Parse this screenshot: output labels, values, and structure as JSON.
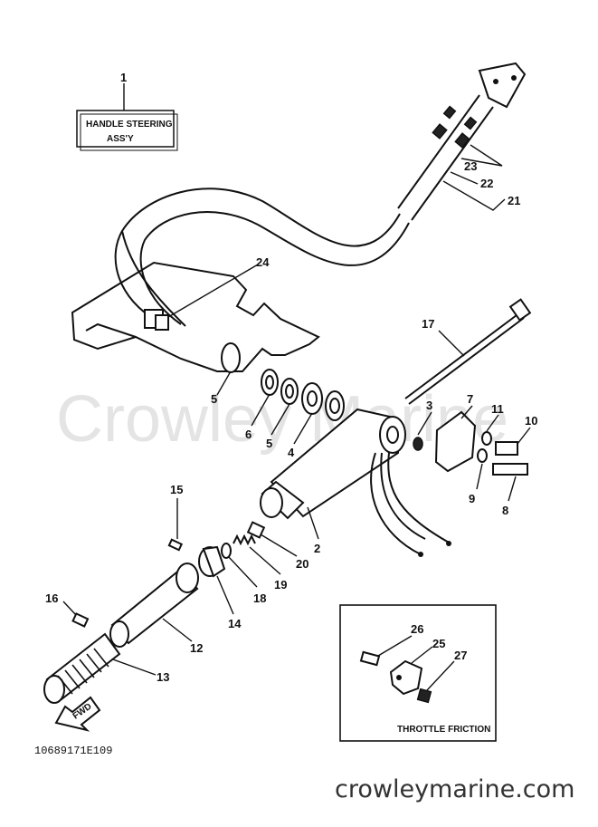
{
  "title_box": {
    "line1": "HANDLE STEERING",
    "line2": "ASS'Y",
    "ref": "1"
  },
  "inset_box": {
    "caption": "THROTTLE FRICTION"
  },
  "fwd_arrow": "FWD",
  "watermark": "Crowley Marine",
  "drawing_code": "10689171E109",
  "site": "crowleymarine.com",
  "callouts": {
    "c2": "2",
    "c3": "3",
    "c4": "4",
    "c5a": "5",
    "c5b": "5",
    "c6": "6",
    "c7": "7",
    "c8": "8",
    "c9": "9",
    "c10": "10",
    "c11": "11",
    "c12": "12",
    "c13": "13",
    "c14": "14",
    "c15": "15",
    "c16": "16",
    "c17": "17",
    "c18": "18",
    "c19": "19",
    "c20": "20",
    "c21": "21",
    "c22": "22",
    "c23": "23",
    "c24": "24",
    "c25": "25",
    "c26": "26",
    "c27": "27"
  }
}
